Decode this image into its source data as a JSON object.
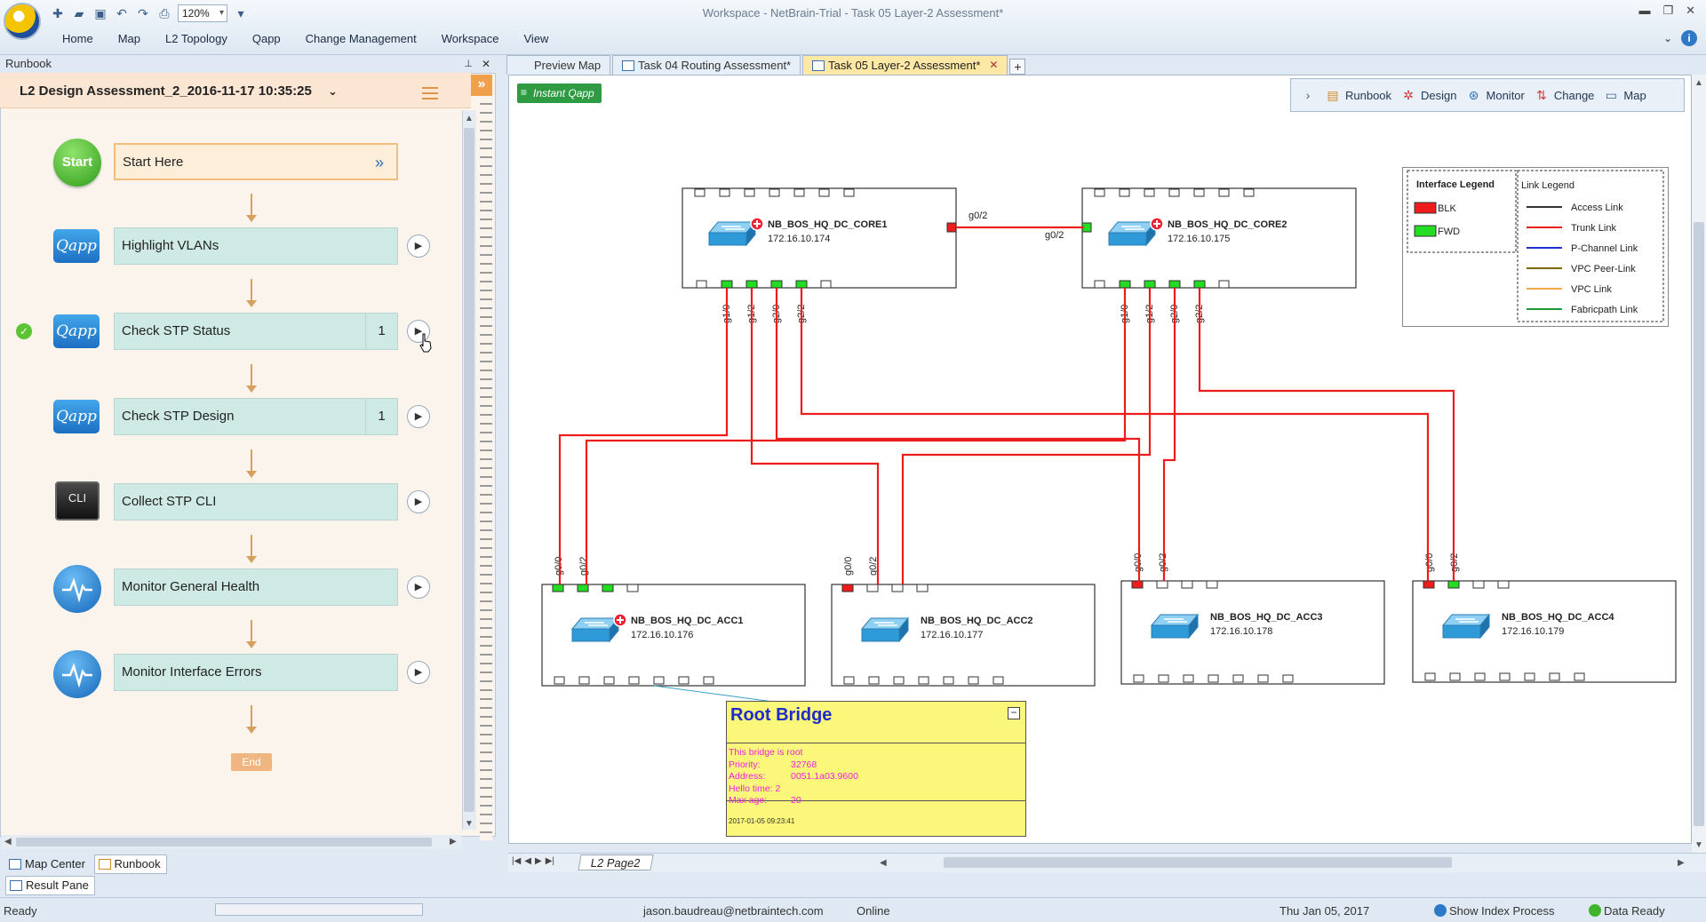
{
  "window": {
    "title": "Workspace - NetBrain-Trial - Task 05  Layer-2 Assessment*",
    "zoom": "120%"
  },
  "ribbon": {
    "tabs": [
      "Home",
      "Map",
      "L2 Topology",
      "Qapp",
      "Change Management",
      "Workspace",
      "View"
    ]
  },
  "runbook": {
    "panel_title": "Runbook",
    "title": "L2 Design Assessment_2_2016-11-17 10:35:25",
    "steps": [
      {
        "label": "Start Here",
        "icon": "start-icon",
        "icon_text": "Start",
        "count": ""
      },
      {
        "label": "Highlight VLANs",
        "icon": "qapp-icon",
        "icon_text": "Qapp",
        "count": ""
      },
      {
        "label": "Check STP Status",
        "icon": "qapp-icon",
        "icon_text": "Qapp",
        "count": "1",
        "done": true
      },
      {
        "label": "Check STP Design",
        "icon": "qapp-icon",
        "icon_text": "Qapp",
        "count": "1"
      },
      {
        "label": "Collect STP CLI",
        "icon": "cli-icon",
        "icon_text": "CLI",
        "count": ""
      },
      {
        "label": "Monitor General Health",
        "icon": "monitor-icon",
        "icon_text": "",
        "count": ""
      },
      {
        "label": "Monitor Interface Errors",
        "icon": "monitor-icon",
        "icon_text": "",
        "count": ""
      }
    ],
    "end_label": "End"
  },
  "bottom_tabs": {
    "map_center": "Map Center",
    "runbook": "Runbook",
    "result_pane": "Result Pane"
  },
  "doc_tabs": [
    {
      "label": "Preview Map",
      "active": false
    },
    {
      "label": "Task 04  Routing Assessment*",
      "active": false
    },
    {
      "label": "Task 05  Layer-2 Assessment*",
      "active": true
    }
  ],
  "instant_qapp": "Instant Qapp",
  "view_toolbar": {
    "items": [
      "Runbook",
      "Design",
      "Monitor",
      "Change",
      "Map"
    ]
  },
  "page_tab": "L2 Page2",
  "diagram": {
    "devices": [
      {
        "name": "NB_BOS_HQ_DC_CORE1",
        "ip": "172.16.10.174"
      },
      {
        "name": "NB_BOS_HQ_DC_CORE2",
        "ip": "172.16.10.175"
      },
      {
        "name": "NB_BOS_HQ_DC_ACC1",
        "ip": "172.16.10.176"
      },
      {
        "name": "NB_BOS_HQ_DC_ACC2",
        "ip": "172.16.10.177"
      },
      {
        "name": "NB_BOS_HQ_DC_ACC3",
        "ip": "172.16.10.178"
      },
      {
        "name": "NB_BOS_HQ_DC_ACC4",
        "ip": "172.16.10.179"
      }
    ],
    "core_link_ports": [
      "g0/2",
      "g0/2"
    ],
    "core_ports": [
      "g1/0",
      "g1/2",
      "g2/0",
      "g2/2"
    ],
    "access_ports": [
      "g0/0",
      "g0/2"
    ],
    "colors": {
      "trunk": "#ee1c1c",
      "blk": "#ee1c1c",
      "fwd": "#22dd22"
    }
  },
  "legend": {
    "interface_title": "Interface Legend",
    "blk": "BLK",
    "fwd": "FWD",
    "link_title": "Link Legend",
    "links": [
      {
        "label": "Access Link",
        "color": "#333333"
      },
      {
        "label": "Trunk Link",
        "color": "#ee1c1c"
      },
      {
        "label": "P-Channel Link",
        "color": "#1f2fd0"
      },
      {
        "label": "VPC Peer-Link",
        "color": "#7a6a00"
      },
      {
        "label": "VPC Link",
        "color": "#f2a64a"
      },
      {
        "label": "Fabricpath Link",
        "color": "#1a9a3a"
      }
    ]
  },
  "root_note": {
    "title": "Root Bridge",
    "line1": "This bridge is root",
    "priority_label": "Priority:",
    "priority": "32768",
    "address_label": "Address:",
    "address": "0051.1a03.9600",
    "hello_label": "Hello time: 2",
    "maxage_label": "Max age:",
    "maxage": "20",
    "timestamp": "2017-01-05 09:23:41"
  },
  "status": {
    "ready": "Ready",
    "user": "jason.baudreau@netbraintech.com",
    "online": "Online",
    "date": "Thu Jan 05, 2017",
    "index": "Show Index Process",
    "data_ready": "Data Ready"
  }
}
